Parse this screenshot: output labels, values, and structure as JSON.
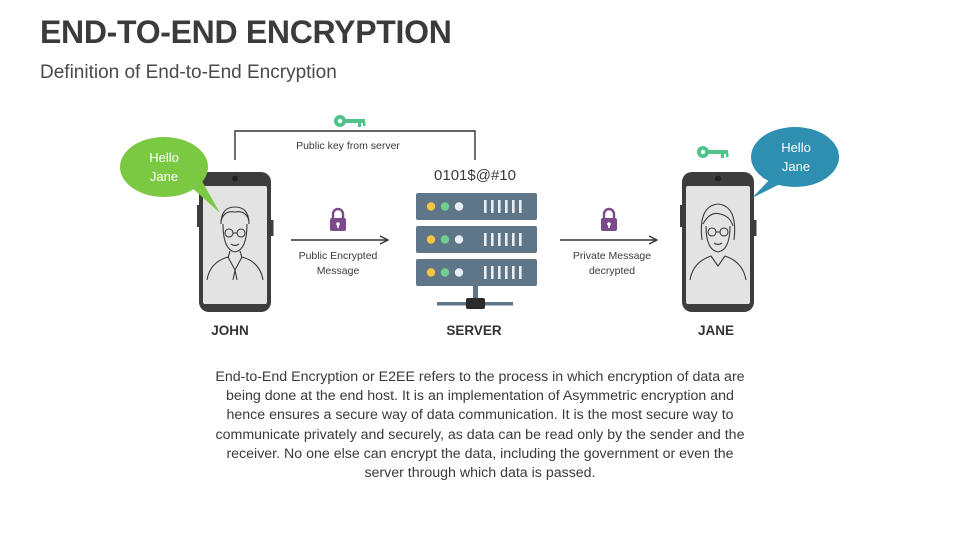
{
  "header": {
    "title": "END-TO-END ENCRYPTION",
    "subtitle": "Definition of End-to-End Encryption"
  },
  "diagram": {
    "public_key_label": "Public key from server",
    "server_code": "0101$@#10",
    "left_arrow_label": [
      "Public Encrypted",
      "Message"
    ],
    "right_arrow_label": [
      "Private Message",
      "decrypted"
    ],
    "john": {
      "name": "JOHN",
      "bubble": [
        "Hello",
        "Jane"
      ]
    },
    "server": {
      "name": "SERVER"
    },
    "jane": {
      "name": "JANE",
      "bubble": [
        "Hello",
        "Jane"
      ]
    }
  },
  "description": "End-to-End Encryption or E2EE refers to the process in which encryption of data are being done at the end host. It is an implementation of Asymmetric encryption and hence ensures a secure way of data communication. It is the most secure way to communicate privately and securely, as data can be read only by the sender and the receiver. No one else can encrypt the data, including the government or even the server through which data is passed.",
  "colors": {
    "key_green": "#4fc48a",
    "bubble_green": "#7bc943",
    "bubble_blue": "#2f8fb0",
    "lock_purple": "#7a4a8a",
    "server_slate": "#5f7688",
    "led_yellow": "#f4c542",
    "led_green": "#6fcf8c",
    "led_white": "#e9eef2"
  }
}
